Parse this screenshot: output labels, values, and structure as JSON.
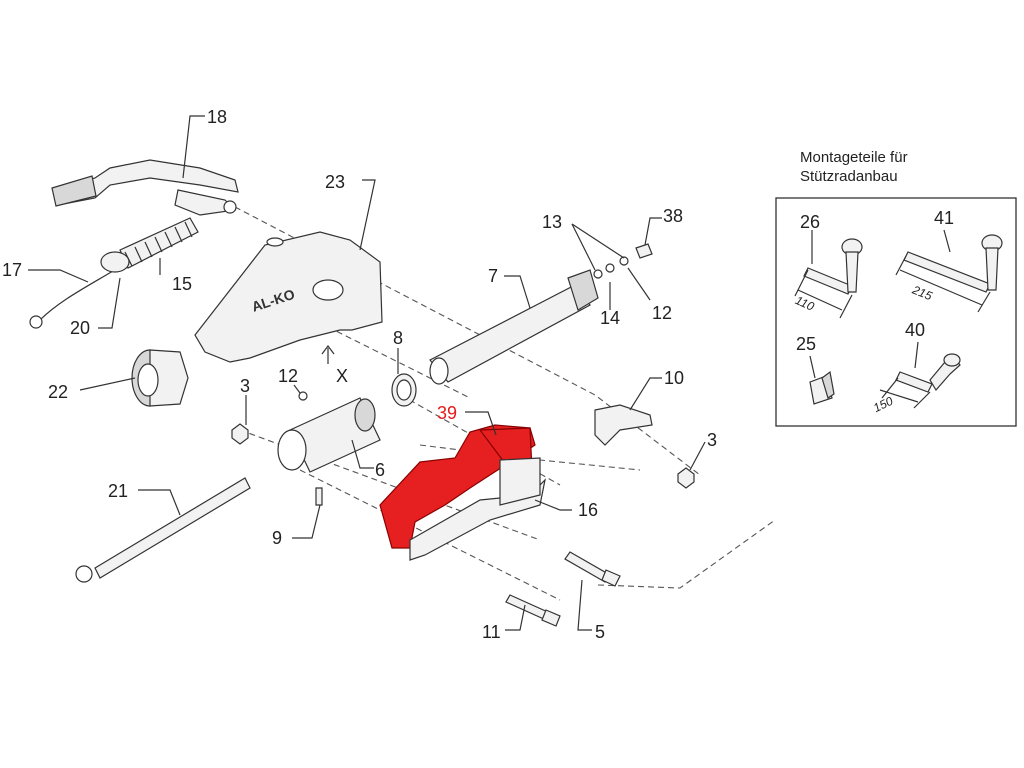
{
  "caption": {
    "line1": "Montageteile für",
    "line2": "Stützradanbau"
  },
  "brand_mark": "AL-KO",
  "labels": {
    "p18": "18",
    "p17": "17",
    "p15": "15",
    "p20": "20",
    "p22": "22",
    "p23": "23",
    "p13": "13",
    "p38": "38",
    "p7": "7",
    "p14": "14",
    "p12a": "12",
    "p8": "8",
    "px": "X",
    "p3a": "3",
    "p12b": "12",
    "p39": "39",
    "p10": "10",
    "p3b": "3",
    "p6": "6",
    "p16": "16",
    "p21": "21",
    "p9": "9",
    "p11": "11",
    "p5": "5",
    "p26": "26",
    "p41": "41",
    "p25": "25",
    "p40": "40"
  },
  "dimensions": {
    "d110": "110",
    "d215": "215",
    "d150": "150"
  },
  "highlight_color": "#e62020"
}
